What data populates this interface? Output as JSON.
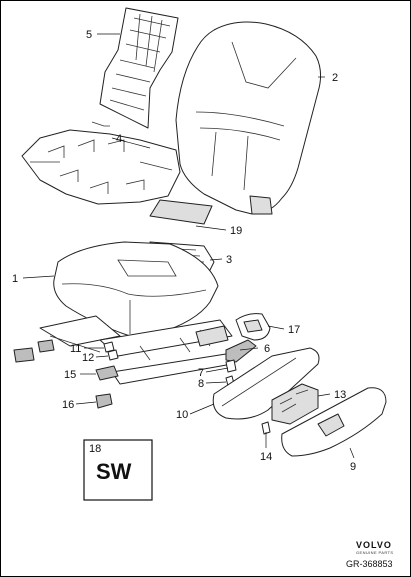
{
  "callouts": {
    "c1": "1",
    "c2": "2",
    "c3": "3",
    "c4": "4",
    "c5": "5",
    "c6": "6",
    "c7": "7",
    "c8": "8",
    "c9": "9",
    "c10": "10",
    "c11": "11",
    "c12": "12",
    "c13": "13",
    "c14": "14",
    "c15": "15",
    "c16": "16",
    "c17": "17",
    "c18": "18",
    "c19": "19"
  },
  "sw_box": {
    "label": "SW"
  },
  "brand": {
    "name": "VOLVO",
    "tagline": "GENUINE PARTS"
  },
  "doc_ref": "GR-368853"
}
